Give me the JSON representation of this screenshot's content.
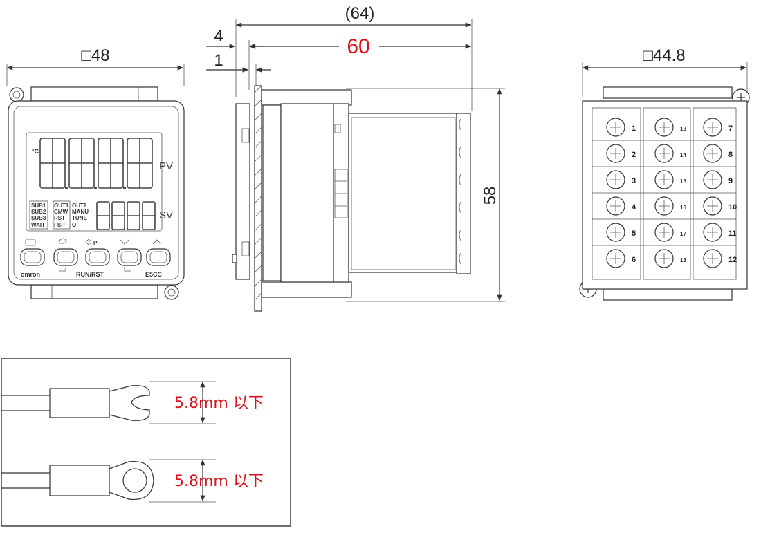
{
  "front": {
    "width_label": "□48",
    "pv_label": "PV",
    "sv_label": "SV",
    "unit_glyph": "°C",
    "status_left": [
      "SUB1",
      "SUB2",
      "SUB3",
      "WAIT"
    ],
    "status_mid": [
      "OUT1",
      "CMW",
      "RST",
      "FSP"
    ],
    "status_right": [
      "OUT2",
      "MANU",
      "TUNE",
      "O"
    ],
    "pf_label": "PF",
    "brand": "omron",
    "run_rst": "RUN/RST",
    "model": "E5CC"
  },
  "side": {
    "total_label": "(64)",
    "depth_label": "60",
    "panel_label": "4",
    "bezel_label": "1",
    "height_label": "58"
  },
  "rear": {
    "width_label": "□44.8",
    "col_left": [
      "1",
      "2",
      "3",
      "4",
      "5",
      "6"
    ],
    "col_mid": [
      "13",
      "14",
      "15",
      "16",
      "17",
      "18"
    ],
    "col_right": [
      "7",
      "8",
      "9",
      "10",
      "11",
      "12"
    ]
  },
  "terminal_box": {
    "fork_note": "5.8mm 以下",
    "ring_note": "5.8mm 以下"
  },
  "colors": {
    "accent_red": "#e0101a",
    "line": "#333333"
  }
}
